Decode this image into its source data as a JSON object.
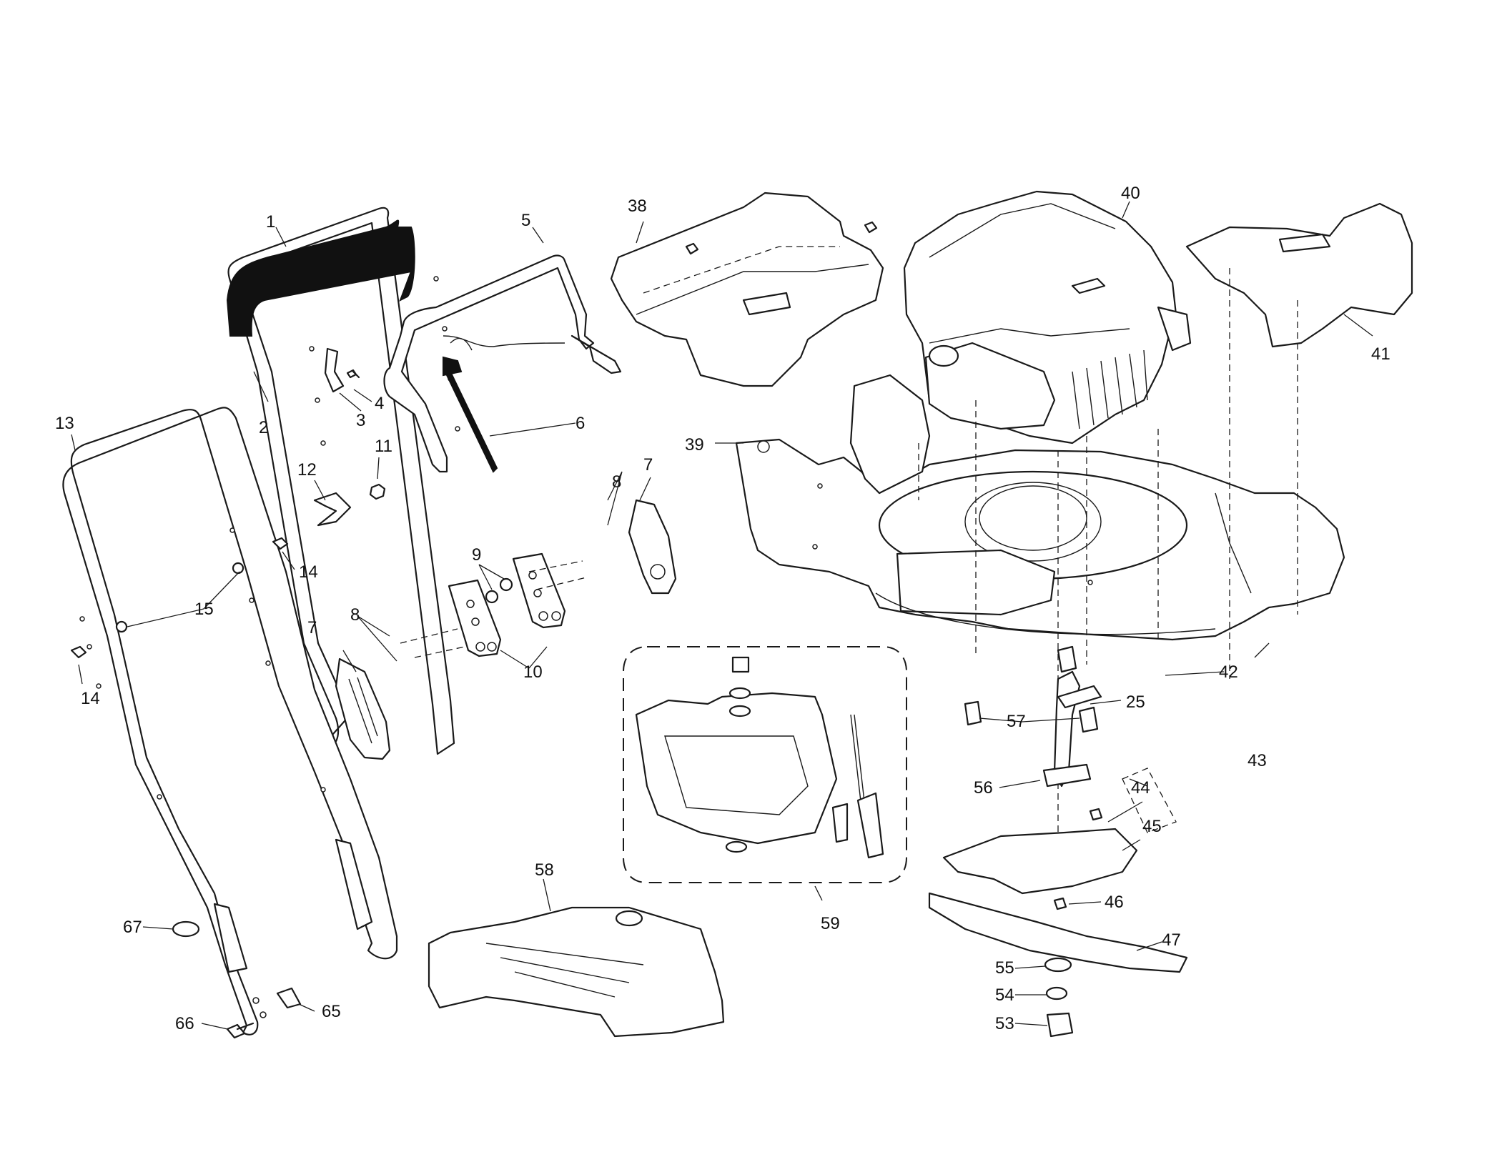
{
  "callouts": [
    {
      "id": "c1",
      "text": "1"
    },
    {
      "id": "c2",
      "text": "2"
    },
    {
      "id": "c3",
      "text": "3"
    },
    {
      "id": "c4",
      "text": "4"
    },
    {
      "id": "c5",
      "text": "5"
    },
    {
      "id": "c6",
      "text": "6"
    },
    {
      "id": "c7a",
      "text": "7"
    },
    {
      "id": "c7b",
      "text": "7"
    },
    {
      "id": "c8a",
      "text": "8"
    },
    {
      "id": "c8b",
      "text": "8"
    },
    {
      "id": "c9",
      "text": "9"
    },
    {
      "id": "c10",
      "text": "10"
    },
    {
      "id": "c11",
      "text": "11"
    },
    {
      "id": "c12",
      "text": "12"
    },
    {
      "id": "c13",
      "text": "13"
    },
    {
      "id": "c14a",
      "text": "14"
    },
    {
      "id": "c14b",
      "text": "14"
    },
    {
      "id": "c15",
      "text": "15"
    },
    {
      "id": "c25",
      "text": "25"
    },
    {
      "id": "c38",
      "text": "38"
    },
    {
      "id": "c39",
      "text": "39"
    },
    {
      "id": "c40",
      "text": "40"
    },
    {
      "id": "c41",
      "text": "41"
    },
    {
      "id": "c42",
      "text": "42"
    },
    {
      "id": "c43",
      "text": "43"
    },
    {
      "id": "c44",
      "text": "44"
    },
    {
      "id": "c45",
      "text": "45"
    },
    {
      "id": "c46",
      "text": "46"
    },
    {
      "id": "c47",
      "text": "47"
    },
    {
      "id": "c53",
      "text": "53"
    },
    {
      "id": "c54",
      "text": "54"
    },
    {
      "id": "c55",
      "text": "55"
    },
    {
      "id": "c56",
      "text": "56"
    },
    {
      "id": "c57",
      "text": "57"
    },
    {
      "id": "c58",
      "text": "58"
    },
    {
      "id": "c59",
      "text": "59"
    },
    {
      "id": "c65",
      "text": "65"
    },
    {
      "id": "c66",
      "text": "66"
    },
    {
      "id": "c67",
      "text": "67"
    }
  ]
}
